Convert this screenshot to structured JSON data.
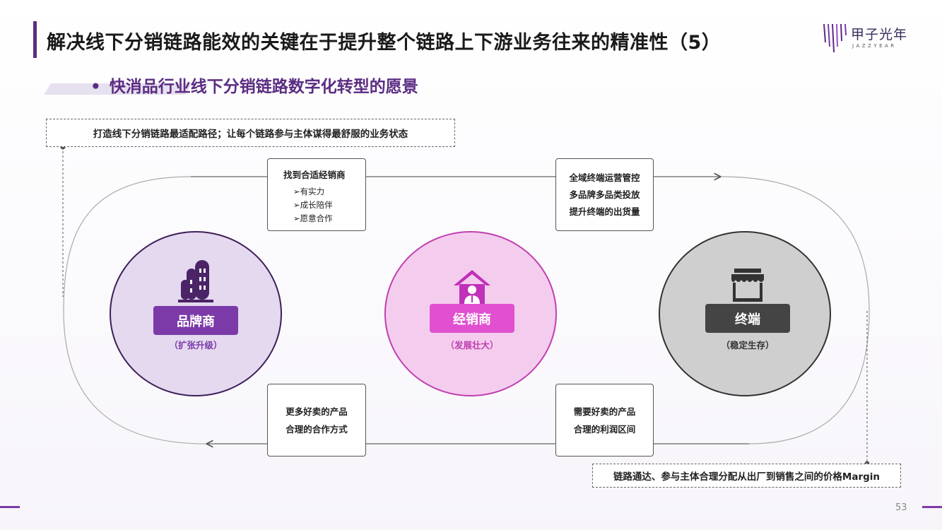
{
  "header": {
    "title": "解决线下分销链路能效的关键在于提升整个链路上下游业务往来的精准性（5）",
    "logo_cn": "甲子光年",
    "logo_en": "JAZZYEAR"
  },
  "subtitle": {
    "bullet": "•",
    "text": "快消品行业线下分销链路数字化转型的愿景"
  },
  "notes": {
    "top": "打造线下分销链路最适配路径；让每个链路参与主体谋得最舒服的业务状态",
    "bottom": "链路通达、参与主体合理分配从出厂到销售之间的价格Margin"
  },
  "boxes": {
    "find_distributor": {
      "heading": "找到合适经销商",
      "items": [
        "➢有实力",
        "➢成长陪伴",
        "➢愿意合作"
      ]
    },
    "terminal_ops": {
      "lines": [
        "全域终端运营管控",
        "多品牌多品类投放",
        "提升终端的出货量"
      ]
    },
    "more_products": {
      "lines": [
        "更多好卖的产品",
        "合理的合作方式"
      ]
    },
    "need_products": {
      "lines": [
        "需要好卖的产品",
        "合理的利润区间"
      ]
    }
  },
  "nodes": [
    {
      "label": "品牌商",
      "sub": "（扩张升级）",
      "icon": "buildings-icon"
    },
    {
      "label": "经销商",
      "sub": "（发展壮大）",
      "icon": "house-person-icon"
    },
    {
      "label": "终端",
      "sub": "（稳定生存）",
      "icon": "storefront-icon"
    }
  ],
  "footer": {
    "page_number": "53"
  },
  "colors": {
    "brand": "#5b2d82",
    "brand_owner": "#7b3aa8",
    "distributor": "#e050d0",
    "terminal": "#444444"
  }
}
